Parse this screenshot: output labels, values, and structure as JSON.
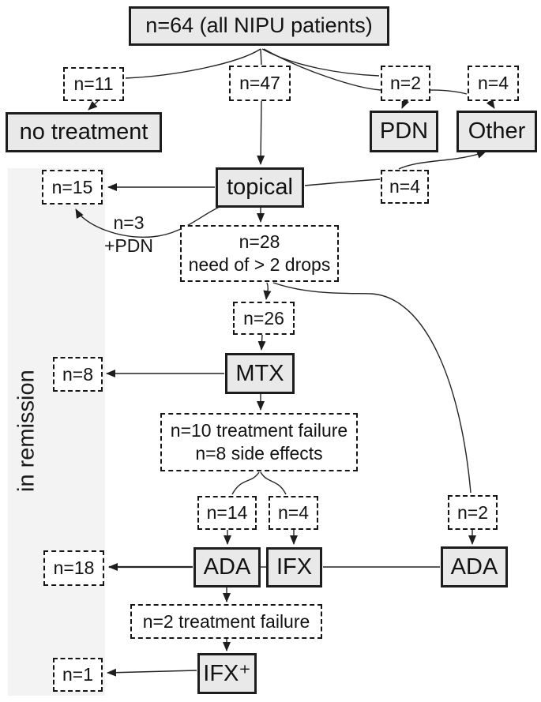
{
  "figure": {
    "side_label": "in remission",
    "nodes": {
      "root": "n=64 (all NIPU patients)",
      "n11": "n=11",
      "n47": "n=47",
      "n2_top": "n=2",
      "n4_top": "n=4",
      "no_treatment": "no treatment",
      "pdn": "PDN",
      "other": "Other",
      "n15": "n=15",
      "topical": "topical",
      "n4_mid": "n=4",
      "n28": {
        "line1": "n=28",
        "line2": "need of > 2 drops"
      },
      "n26": "n=26",
      "n8": "n=8",
      "mtx": "MTX",
      "mtx_fail": {
        "line1": "n=10 treatment failure",
        "line2": "n=8 side effects"
      },
      "n14": "n=14",
      "n4_bot": "n=4",
      "n2_bot": "n=2",
      "ada_left": "ADA",
      "ifx": "IFX",
      "ada_right": "ADA",
      "n18": "n=18",
      "ada_fail": "n=2 treatment failure",
      "ifx_plus": "IFX⁺",
      "n1": "n=1"
    },
    "edge_labels": {
      "topical_pdn": {
        "line1": "n=3",
        "line2": "+PDN"
      }
    },
    "colors": {
      "box_fill": "#e9e9e9",
      "band_fill": "#f3f3f3",
      "stroke": "#1d1d1d",
      "wire": "#242424"
    }
  }
}
